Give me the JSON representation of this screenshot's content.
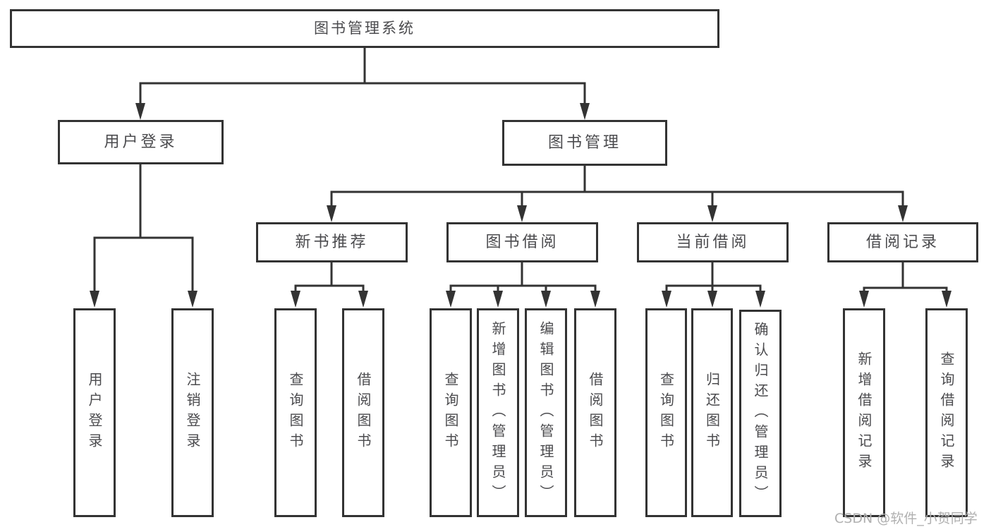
{
  "diagram": {
    "title": "图书管理系统",
    "tree": {
      "root": "图书管理系统",
      "branches": [
        {
          "label": "用户登录",
          "leaves": [
            "用户登录",
            "注销登录"
          ]
        },
        {
          "label": "图书管理",
          "groups": [
            {
              "label": "新书推荐",
              "leaves": [
                "查询图书",
                "借阅图书"
              ]
            },
            {
              "label": "图书借阅",
              "leaves": [
                "查询图书",
                "新增图书（管理员）",
                "编辑图书（管理员）",
                "借阅图书"
              ]
            },
            {
              "label": "当前借阅",
              "leaves": [
                "查询图书",
                "归还图书",
                "确认归还（管理员）"
              ]
            },
            {
              "label": "借阅记录",
              "leaves": [
                "新增借阅记录",
                "查询借阅记录"
              ]
            }
          ]
        }
      ]
    },
    "colors": {
      "line": "#333333",
      "text": "#4b4b4e",
      "background": "#ffffff",
      "watermark_text_color": "#b0b0b0"
    }
  },
  "watermark": "CSDN @软件_小贺同学"
}
